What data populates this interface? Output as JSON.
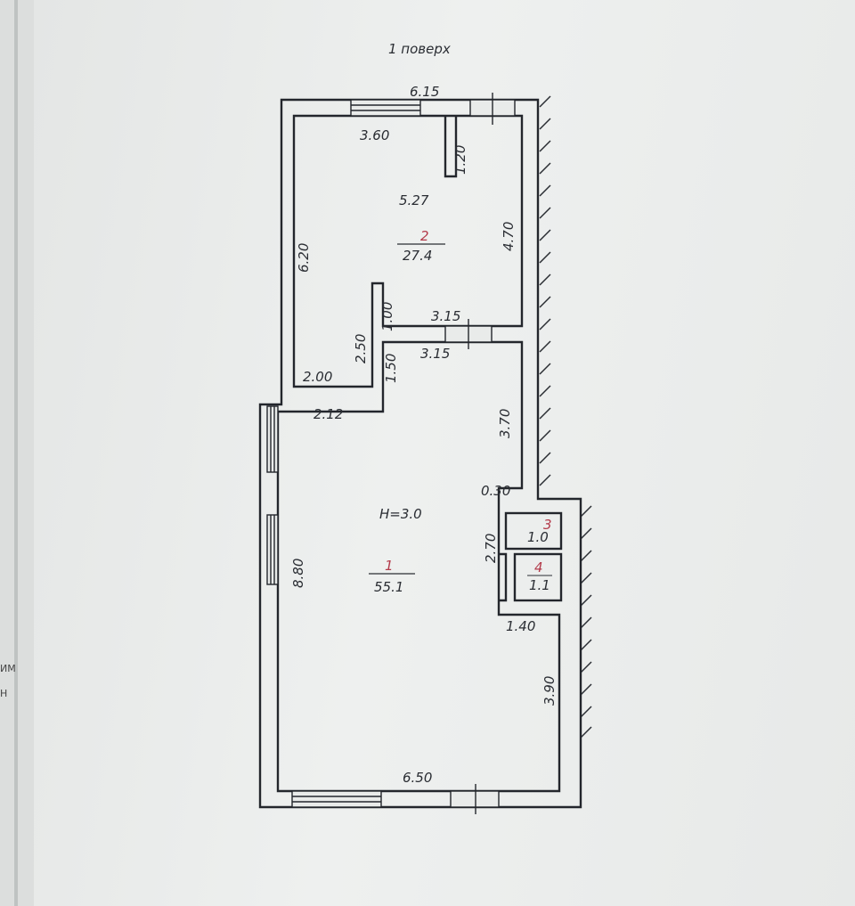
{
  "floor_title": "1 поверх",
  "rooms": [
    {
      "number": "2",
      "area": "27.4"
    },
    {
      "number": "1",
      "area": "55.1"
    },
    {
      "number": "3",
      "area": "1.0"
    },
    {
      "number": "4",
      "area": "1.1"
    }
  ],
  "dimensions": {
    "top_outer": "6.15",
    "top_window": "3.60",
    "partition_short": "1.20",
    "room2_width": "5.27",
    "room2_left": "6.20",
    "room2_right": "4.70",
    "partition_vertical": "1.00",
    "room2_bottom": "3.15",
    "room1_top": "3.15",
    "left_step": "2.50",
    "step_bottom": "2.00",
    "step_side": "1.50",
    "room1_step": "2.12",
    "room1_right_upper": "3.70",
    "offset": "0.30",
    "height": "Н=3.0",
    "closet_height": "2.70",
    "room1_left": "8.80",
    "closet_bottom": "1.40",
    "room1_right_lower": "3.90",
    "bottom_outer": "6.50"
  },
  "edge_texts": [
    "ИМ",
    "Н"
  ]
}
